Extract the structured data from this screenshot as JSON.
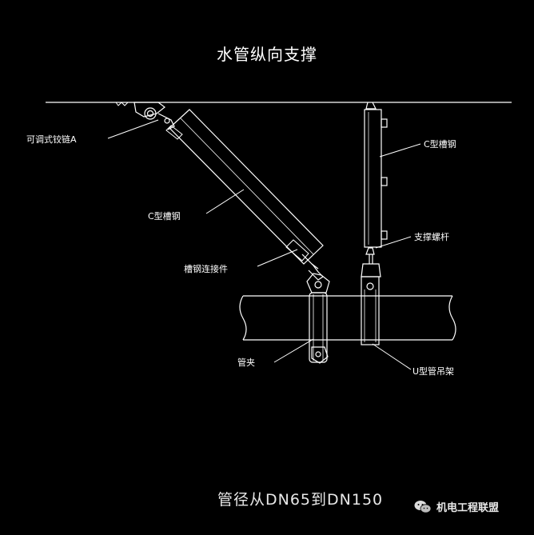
{
  "title": "水管纵向支撑",
  "labels": {
    "hinge": "可调式铰链A",
    "c_channel_left": "C型槽钢",
    "connector": "槽钢连接件",
    "pipe_clamp": "管夹",
    "c_channel_right": "C型槽钢",
    "support_rod": "支撑螺杆",
    "u_hanger": "U型管吊架"
  },
  "caption": "管径从DN65到DN150",
  "watermark": {
    "text": "机电工程联盟",
    "icon": "wechat-icon"
  },
  "colors": {
    "background": "#000000",
    "line": "#ffffff"
  }
}
